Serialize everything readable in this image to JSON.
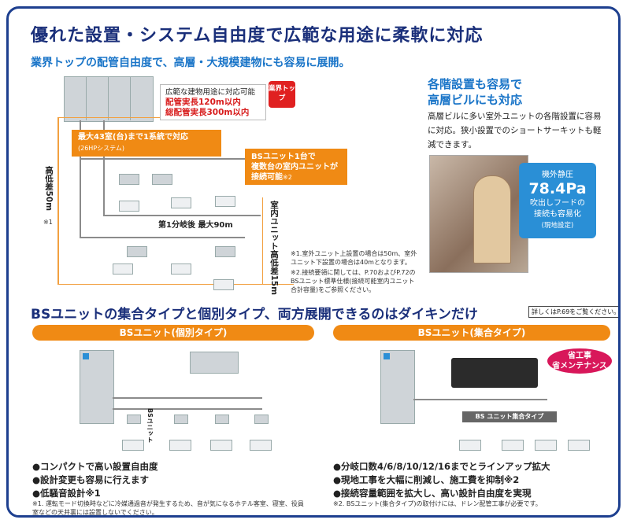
{
  "header": {
    "title": "優れた設置・システム自由度で広範な用途に柔軟に対応",
    "subtitle": "業界トップの配管自由度で、高層・大規模建物にも容易に展開。"
  },
  "top_diagram": {
    "note_line1": "広範な建物用途に対応可能",
    "note_line2": "配管実長120m以内",
    "note_line3": "総配管実長300m以内",
    "badge": "業界トップ",
    "banner1_main": "最大43室(台)まで1系統で対応",
    "banner1_sub": "(26HPシステム)",
    "banner2_line1": "BSユニット1台で",
    "banner2_line2": "複数台の室内ユニットが",
    "banner2_line3": "接続可能",
    "banner2_mark": "※2",
    "height_label": "高低差50m",
    "height_mark": "※1",
    "indoor_height_label": "室内ユニット高低差15m",
    "branch_label": "第1分岐後 最大90m",
    "footnote1": "※1.室外ユニット上設置の場合は50m、室外ユニット下設置の場合は40mとなります。",
    "footnote2": "※2.接続要領に関しては、P.70およびP.72のBSユニット標準仕様(接続可能室内ユニット合計容量)をご参照ください。"
  },
  "right_panel": {
    "heading1": "各階設置も容易で",
    "heading2": "高層ビルにも対応",
    "body": "高層ビルに多い室外ユニットの各階設置に容易に対応。狭小設置でのショートサーキットも軽減できます。",
    "box_label": "機外静圧",
    "box_value": "78.4Pa",
    "box_line1": "吹出しフードの",
    "box_line2": "接続も容易化",
    "box_note": "(現地設定)"
  },
  "section2": {
    "title": "BSユニットの集合タイプと個別タイプ、両方展開できるのはダイキンだけ",
    "ref": "詳しくはP.69をご覧ください。",
    "left_bar": "BSユニット(個別タイプ)",
    "right_bar": "BSユニット(集合タイプ)",
    "bs_vertical": "BSユニット",
    "bs_strip": "BS ユニット集合タイプ",
    "pink_line1": "省工事",
    "pink_line2": "省メンテナンス",
    "left_bullets": [
      "●コンパクトで高い設置自由度",
      "●設計変更も容易に行えます",
      "●低騒音設計※1"
    ],
    "right_bullets": [
      "●分岐口数4/6/8/10/12/16までとラインアップ拡大",
      "●現地工事を大幅に削減し、施工費を抑制※2",
      "●接続容量範囲を拡大し、高い設計自由度を実現"
    ],
    "left_foot": "※1. 運転モード切換時などに冷媒通過音が発生するため、音が気になるホテル客室、寝室、役員室などの天井裏には設置しないでください。",
    "right_foot": "※2. BSユニット(集合タイプ)の取付けには、ドレン配管工事が必要です。"
  },
  "colors": {
    "navy": "#1a2f7a",
    "blue": "#1a75c8",
    "orange": "#f08a14",
    "red": "#e02020",
    "pink": "#d8175a"
  }
}
